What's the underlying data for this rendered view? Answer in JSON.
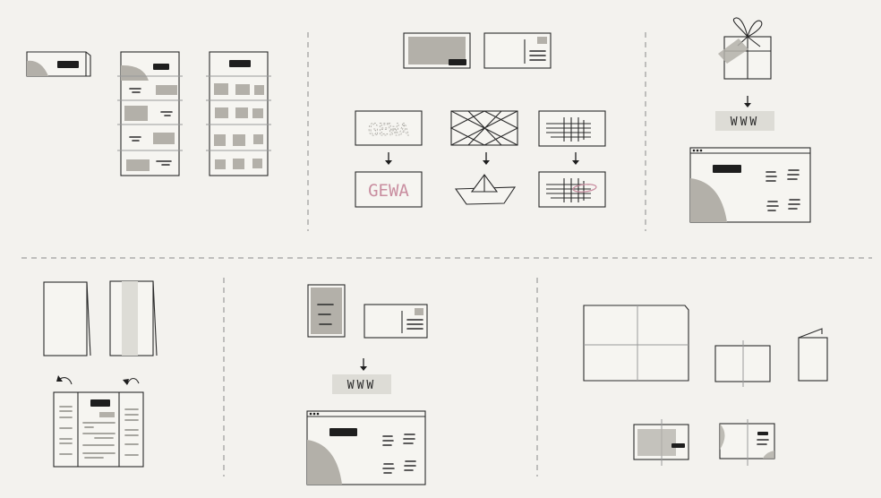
{
  "labels": {
    "www_top": "WWW",
    "www_bottom": "WWW",
    "word_sketch": "GEWA",
    "word_final": "GEWA"
  },
  "colors": {
    "background": "#f3f2ee",
    "paper": "#f6f5f1",
    "block_gray": "#b3b0a9",
    "light_gray": "#dddcd6",
    "ink": "#1e1e1e",
    "accent_pink": "#c98ea0"
  }
}
